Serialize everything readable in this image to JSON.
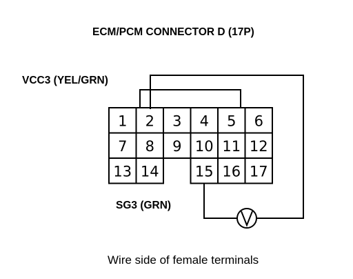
{
  "diagram": {
    "title": "ECM/PCM CONNECTOR D (17P)",
    "vcc_label": "VCC3 (YEL/GRN)",
    "sg_label": "SG3 (GRN)",
    "meter_symbol": "V",
    "caption": "Wire side of female terminals",
    "pins": [
      {
        "num": "1",
        "row": 0,
        "col": 0
      },
      {
        "num": "2",
        "row": 0,
        "col": 1
      },
      {
        "num": "3",
        "row": 0,
        "col": 2
      },
      {
        "num": "4",
        "row": 0,
        "col": 3
      },
      {
        "num": "5",
        "row": 0,
        "col": 4
      },
      {
        "num": "6",
        "row": 0,
        "col": 5
      },
      {
        "num": "7",
        "row": 1,
        "col": 0
      },
      {
        "num": "8",
        "row": 1,
        "col": 1
      },
      {
        "num": "9",
        "row": 1,
        "col": 2
      },
      {
        "num": "10",
        "row": 1,
        "col": 3
      },
      {
        "num": "11",
        "row": 1,
        "col": 4
      },
      {
        "num": "12",
        "row": 1,
        "col": 5
      },
      {
        "num": "13",
        "row": 2,
        "col": 0
      },
      {
        "num": "14",
        "row": 2,
        "col": 1
      },
      {
        "num": "15",
        "row": 2,
        "col": 3
      },
      {
        "num": "16",
        "row": 2,
        "col": 4
      },
      {
        "num": "17",
        "row": 2,
        "col": 5
      }
    ]
  }
}
